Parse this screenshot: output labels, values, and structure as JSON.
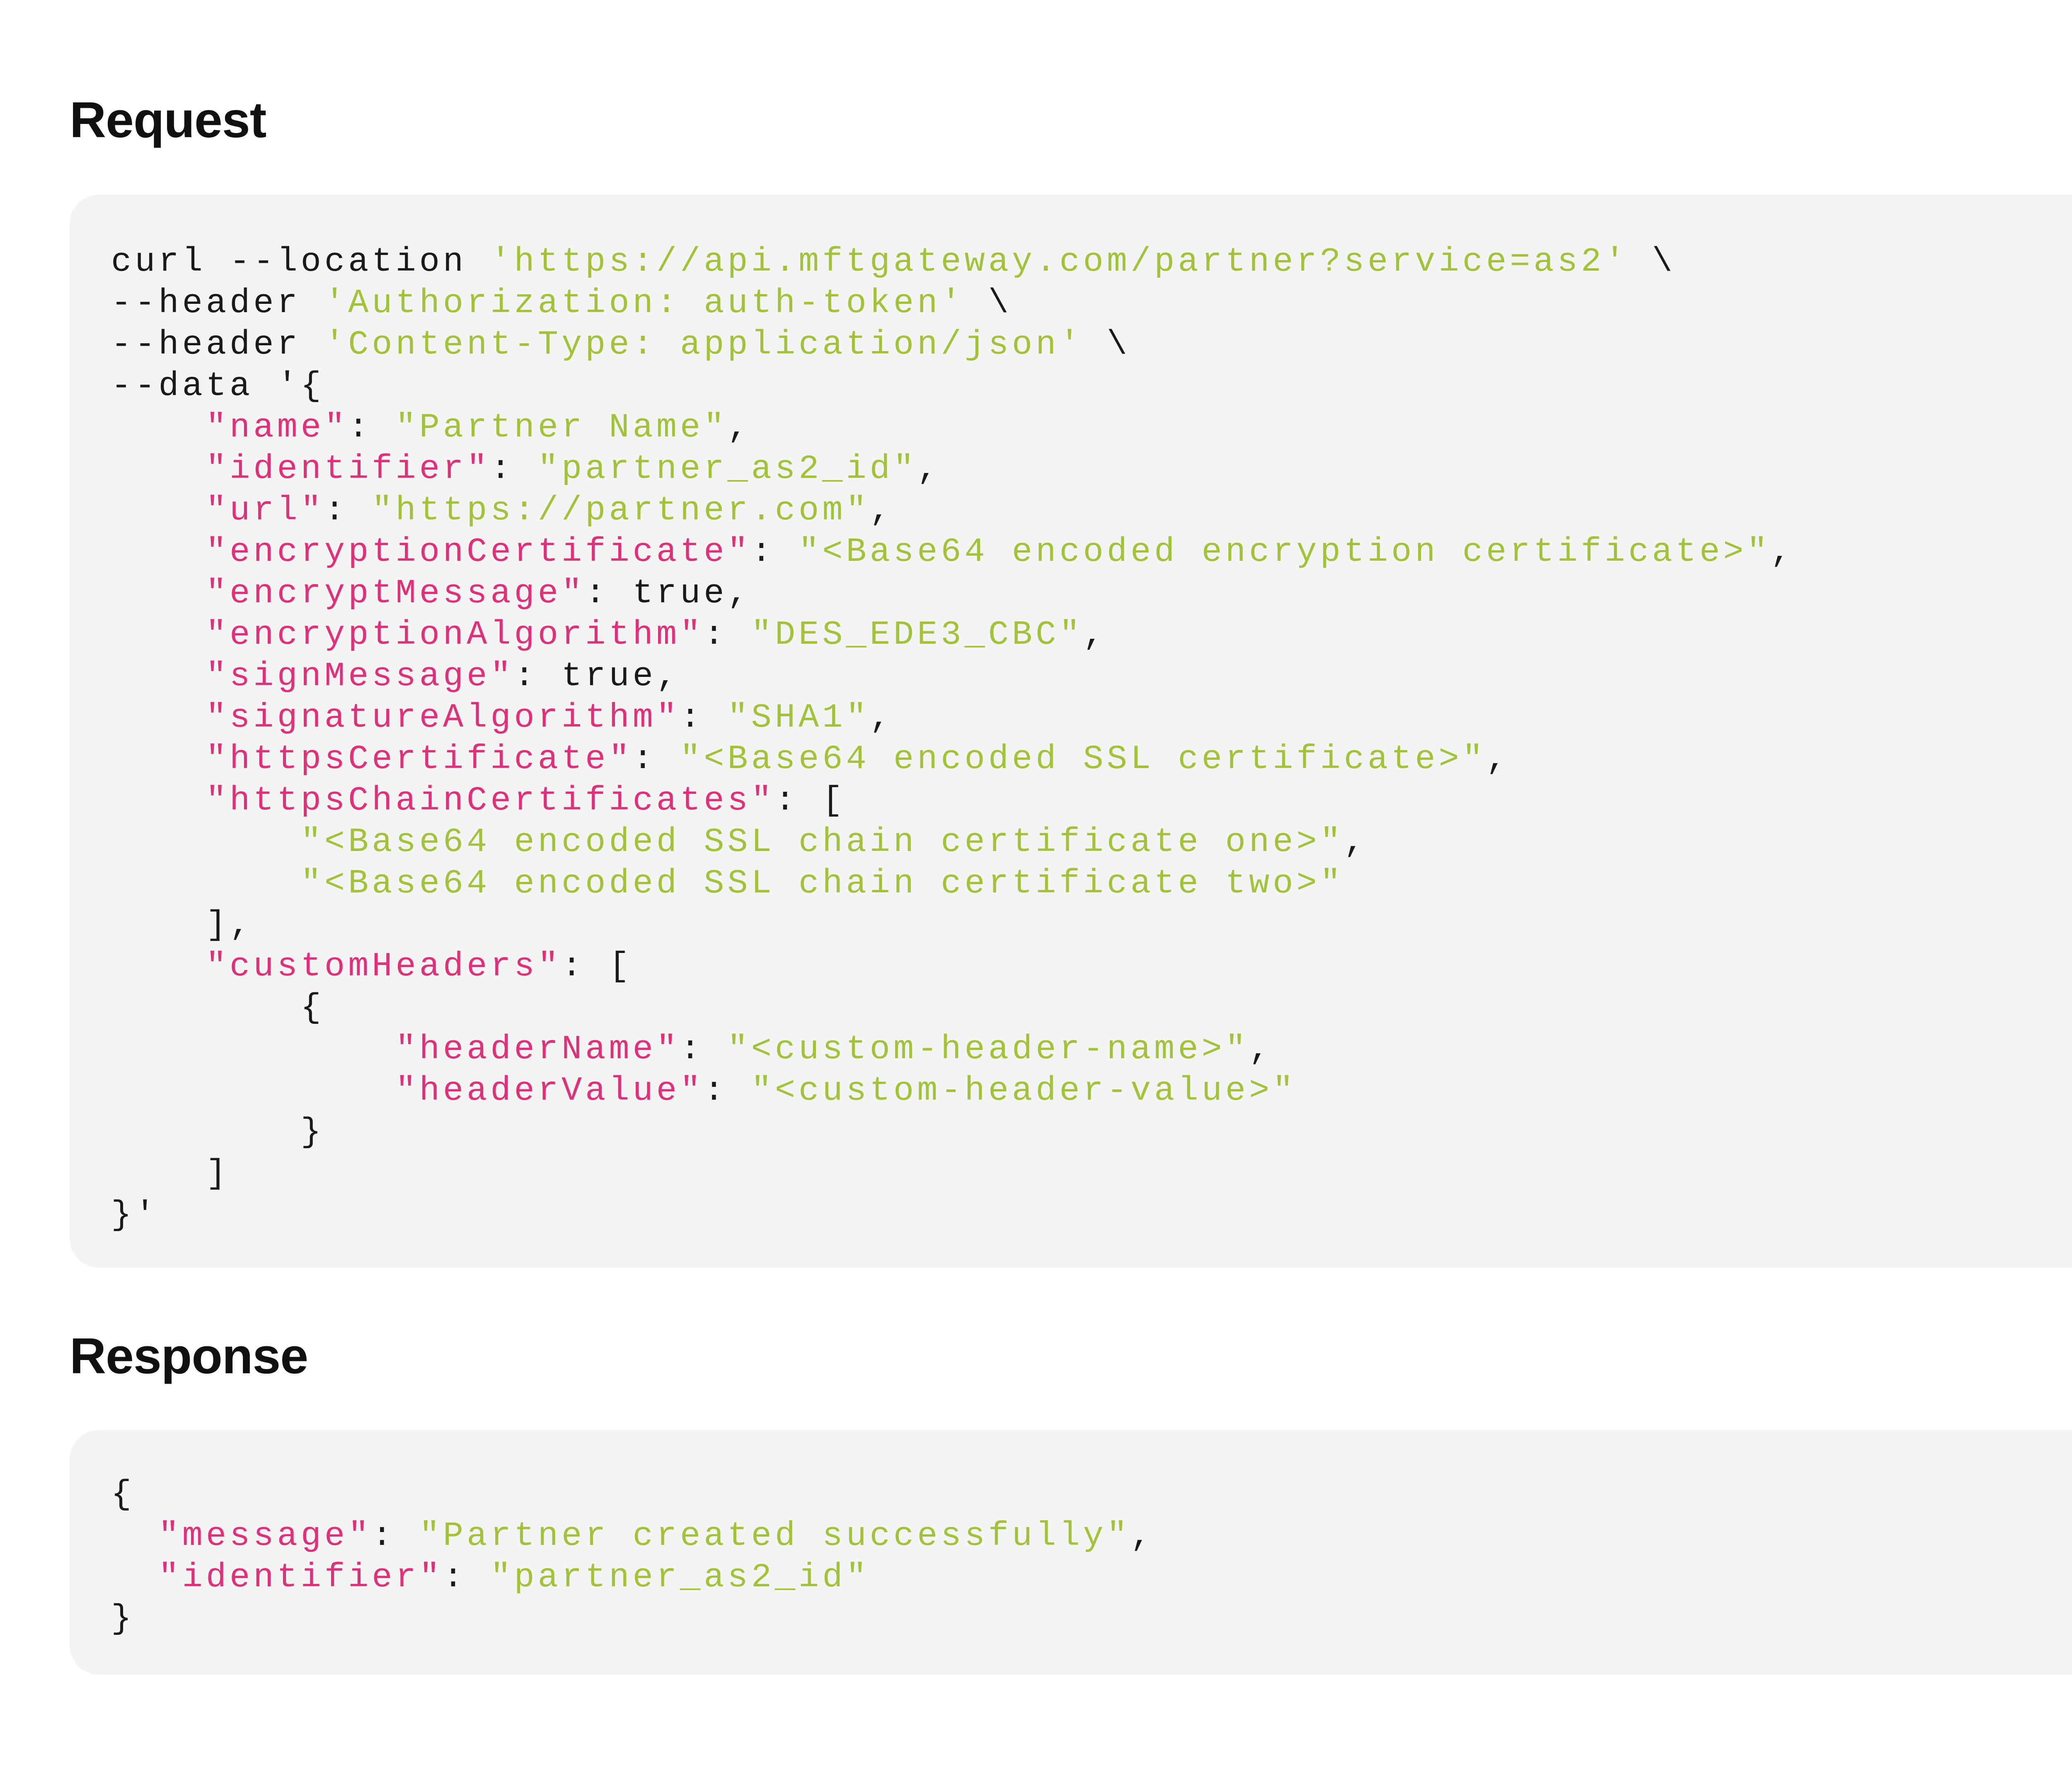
{
  "request": {
    "title": "Request",
    "lines": [
      [
        [
          "p",
          "curl --location "
        ],
        [
          "s",
          "'https://api.mftgateway.com/partner?service=as2'"
        ],
        [
          "p",
          " \\"
        ]
      ],
      [
        [
          "p",
          "--header "
        ],
        [
          "s",
          "'Authorization: auth-token'"
        ],
        [
          "p",
          " \\"
        ]
      ],
      [
        [
          "p",
          "--header "
        ],
        [
          "s",
          "'Content-Type: application/json'"
        ],
        [
          "p",
          " \\"
        ]
      ],
      [
        [
          "p",
          "--data '{"
        ]
      ],
      [
        [
          "p",
          "    "
        ],
        [
          "k",
          "\"name\""
        ],
        [
          "p",
          ": "
        ],
        [
          "s",
          "\"Partner Name\""
        ],
        [
          "p",
          ","
        ]
      ],
      [
        [
          "p",
          "    "
        ],
        [
          "k",
          "\"identifier\""
        ],
        [
          "p",
          ": "
        ],
        [
          "s",
          "\"partner_as2_id\""
        ],
        [
          "p",
          ","
        ]
      ],
      [
        [
          "p",
          "    "
        ],
        [
          "k",
          "\"url\""
        ],
        [
          "p",
          ": "
        ],
        [
          "s",
          "\"https://partner.com\""
        ],
        [
          "p",
          ","
        ]
      ],
      [
        [
          "p",
          "    "
        ],
        [
          "k",
          "\"encryptionCertificate\""
        ],
        [
          "p",
          ": "
        ],
        [
          "s",
          "\"<Base64 encoded encryption certificate>\""
        ],
        [
          "p",
          ","
        ]
      ],
      [
        [
          "p",
          "    "
        ],
        [
          "k",
          "\"encryptMessage\""
        ],
        [
          "p",
          ": true,"
        ]
      ],
      [
        [
          "p",
          "    "
        ],
        [
          "k",
          "\"encryptionAlgorithm\""
        ],
        [
          "p",
          ": "
        ],
        [
          "s",
          "\"DES_EDE3_CBC\""
        ],
        [
          "p",
          ","
        ]
      ],
      [
        [
          "p",
          "    "
        ],
        [
          "k",
          "\"signMessage\""
        ],
        [
          "p",
          ": true,"
        ]
      ],
      [
        [
          "p",
          "    "
        ],
        [
          "k",
          "\"signatureAlgorithm\""
        ],
        [
          "p",
          ": "
        ],
        [
          "s",
          "\"SHA1\""
        ],
        [
          "p",
          ","
        ]
      ],
      [
        [
          "p",
          "    "
        ],
        [
          "k",
          "\"httpsCertificate\""
        ],
        [
          "p",
          ": "
        ],
        [
          "s",
          "\"<Base64 encoded SSL certificate>\""
        ],
        [
          "p",
          ","
        ]
      ],
      [
        [
          "p",
          "    "
        ],
        [
          "k",
          "\"httpsChainCertificates\""
        ],
        [
          "p",
          ": ["
        ]
      ],
      [
        [
          "p",
          "        "
        ],
        [
          "s",
          "\"<Base64 encoded SSL chain certificate one>\""
        ],
        [
          "p",
          ","
        ]
      ],
      [
        [
          "p",
          "        "
        ],
        [
          "s",
          "\"<Base64 encoded SSL chain certificate two>\""
        ]
      ],
      [
        [
          "p",
          "    ],"
        ]
      ],
      [
        [
          "p",
          "    "
        ],
        [
          "k",
          "\"customHeaders\""
        ],
        [
          "p",
          ": ["
        ]
      ],
      [
        [
          "p",
          "        {"
        ]
      ],
      [
        [
          "p",
          "            "
        ],
        [
          "k",
          "\"headerName\""
        ],
        [
          "p",
          ": "
        ],
        [
          "s",
          "\"<custom-header-name>\""
        ],
        [
          "p",
          ","
        ]
      ],
      [
        [
          "p",
          "            "
        ],
        [
          "k",
          "\"headerValue\""
        ],
        [
          "p",
          ": "
        ],
        [
          "s",
          "\"<custom-header-value>\""
        ]
      ],
      [
        [
          "p",
          "        }"
        ]
      ],
      [
        [
          "p",
          "    ]"
        ]
      ],
      [
        [
          "p",
          "}'"
        ]
      ]
    ]
  },
  "response": {
    "title": "Response",
    "lines": [
      [
        [
          "p",
          "{"
        ]
      ],
      [
        [
          "p",
          "  "
        ],
        [
          "k",
          "\"message\""
        ],
        [
          "p",
          ": "
        ],
        [
          "s",
          "\"Partner created successfully\""
        ],
        [
          "p",
          ","
        ]
      ],
      [
        [
          "p",
          "  "
        ],
        [
          "k",
          "\"identifier\""
        ],
        [
          "p",
          ": "
        ],
        [
          "s",
          "\"partner_as2_id\""
        ]
      ],
      [
        [
          "p",
          "}"
        ]
      ]
    ]
  },
  "colors": {
    "key": "#e0307a",
    "string": "#a3c23a",
    "plain": "#1a1a1a",
    "block_background": "#f4f4f4"
  }
}
